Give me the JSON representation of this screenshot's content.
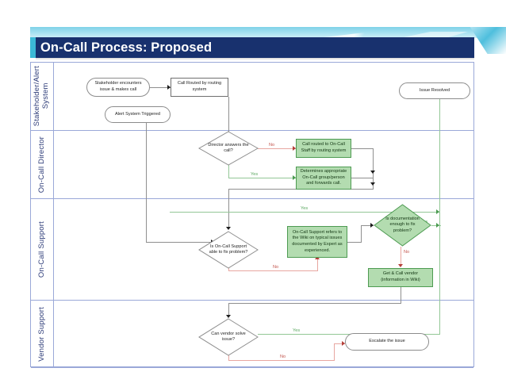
{
  "slide": {
    "title": "On-Call Process: Proposed",
    "colors": {
      "title_bar": "#18316e",
      "title_accent": "#3bb9d6",
      "deco_cyan": "#7fd2e8",
      "lane_border": "#9aa8d8",
      "lane_label_text": "#2b3a77",
      "green_fill": "#b3dcb0",
      "green_border": "#4e9b52",
      "yes_label": "#5aa75f",
      "no_label": "#c2554d"
    }
  },
  "lanes": [
    {
      "id": "lane-stakeholder",
      "label": "Stakeholder/Alert\nSystem"
    },
    {
      "id": "lane-director",
      "label": "On-Call Director"
    },
    {
      "id": "lane-support",
      "label": "On-Call Support"
    },
    {
      "id": "lane-vendor",
      "label": "Vendor Support"
    }
  ],
  "nodes": {
    "stakeholder_encounters": "Stakeholder encounters issue & makes call",
    "call_routed": "Call Routed by routing system",
    "alert_triggered": "Alert System Triggered",
    "issue_resolved": "Issue Resolved",
    "director_answers": "Director answers the call?",
    "call_routed_oncall": "Call routed to On-Call Staff by routing system",
    "determines_appropriate": "Determines appropriate On-Call group/person and forwards call.",
    "support_able_fix": "Is On-Call Support able to fix problem?",
    "refers_wiki": "On-Call Support refers to the Wiki on typical issues documented by Expert as experienced.",
    "documentation_enough": "Is documentation enough to fix problem?",
    "get_call_vendor": "Get & Call vendor (information in Wiki)",
    "vendor_solve": "Can vendor solve issue?",
    "escalate": "Escalate the issue"
  },
  "edge_labels": {
    "director_no": "No",
    "director_yes": "Yes",
    "support_no": "No",
    "support_yes": "Yes",
    "doc_yes": "Yes",
    "doc_no": "No",
    "vendor_yes": "Yes",
    "vendor_no": "No"
  }
}
